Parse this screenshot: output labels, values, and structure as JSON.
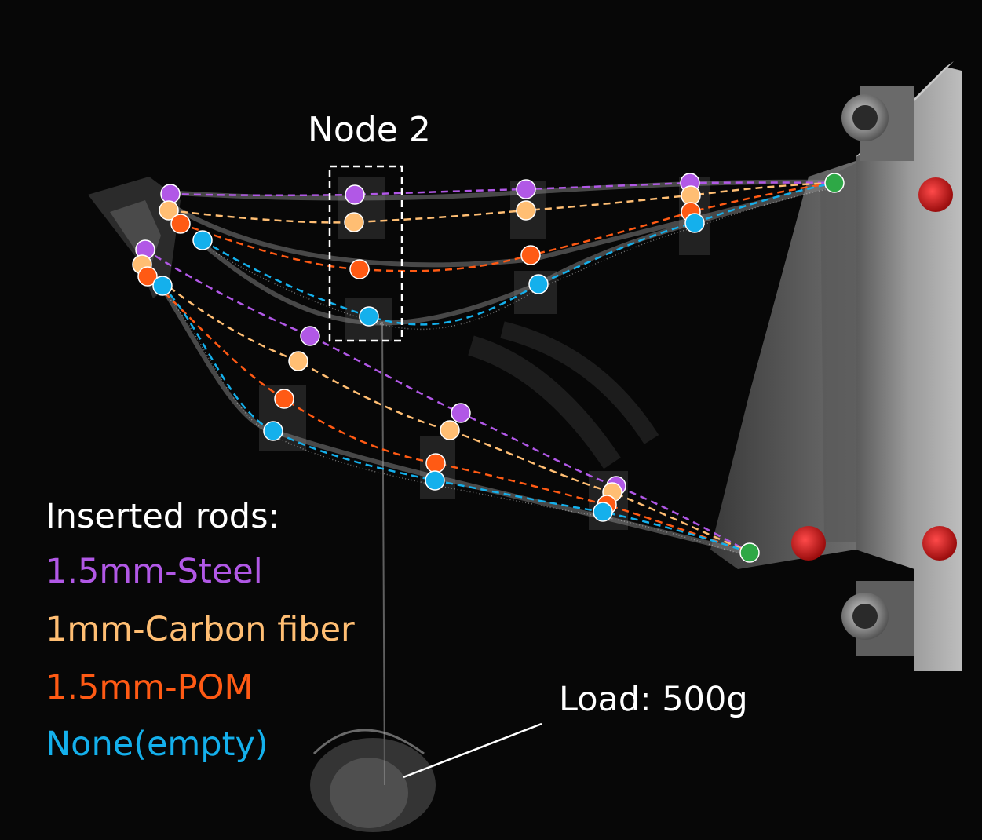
{
  "annotations": {
    "node_label": "Node 2",
    "load_label": "Load: 500g"
  },
  "legend": {
    "title": "Inserted rods:",
    "items": [
      {
        "label": "1.5mm-Steel",
        "color": "#b158e6"
      },
      {
        "label": "1mm-Carbon fiber",
        "color": "#ffbe73"
      },
      {
        "label": "1.5mm-POM",
        "color": "#ff5a14"
      },
      {
        "label": "None(empty)",
        "color": "#14b0ec"
      }
    ]
  },
  "colors": {
    "background": "#070707",
    "mount_plate": "#8c8c8c",
    "bolt_heads": "#d21e1e",
    "anchor_nodes": "#2ea846",
    "node_box_outline": "#ffffff"
  }
}
